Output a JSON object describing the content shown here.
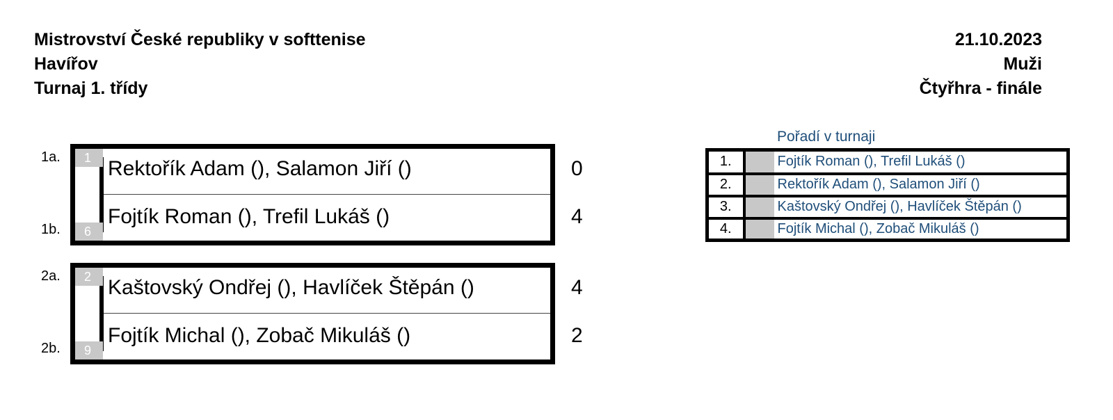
{
  "header": {
    "left": [
      "Mistrovství České republiky v softtenise",
      "Havířov",
      "Turnaj 1. třídy"
    ],
    "right": [
      "21.10.2023",
      "Muži",
      "Čtyřhra - finále"
    ]
  },
  "matches": [
    {
      "top": {
        "slot": "1a.",
        "seed": "1",
        "team": "Rektořík Adam (), Salamon Jiří ()",
        "score": "0"
      },
      "bottom": {
        "slot": "1b.",
        "seed": "6",
        "team": "Fojtík Roman (), Trefil Lukáš ()",
        "score": "4"
      }
    },
    {
      "top": {
        "slot": "2a.",
        "seed": "2",
        "team": "Kaštovský Ondřej (), Havlíček Štěpán ()",
        "score": "4"
      },
      "bottom": {
        "slot": "2b.",
        "seed": "9",
        "team": "Fojtík Michal (), Zobač Mikuláš ()",
        "score": "2"
      }
    }
  ],
  "ranking": {
    "title": "Pořadí v turnaji",
    "rows": [
      {
        "place": "1.",
        "team": "Fojtík Roman (), Trefil Lukáš ()"
      },
      {
        "place": "2.",
        "team": "Rektořík Adam (), Salamon Jiří ()"
      },
      {
        "place": "3.",
        "team": "Kaštovský Ondřej (), Havlíček Štěpán ()"
      },
      {
        "place": "4.",
        "team": "Fojtík Michal (), Zobač Mikuláš ()"
      }
    ]
  },
  "colors": {
    "ranking_text": "#1f4e79",
    "seed_bg": "#c8c8c8",
    "frame": "#000000"
  }
}
